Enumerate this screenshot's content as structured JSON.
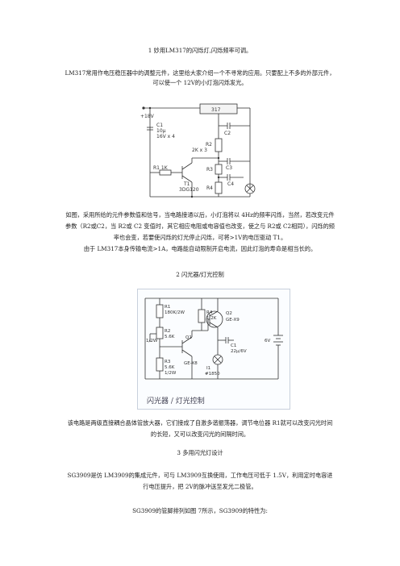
{
  "sec1": {
    "title": "1  妙用LM317的闪烁灯,闪烁频率可调。",
    "intro_1": "LM317常用作电压稳压器中的调整元件，这里给大家介绍一个不寻常的应用。只要配上不多的外部元件，",
    "intro_2": "可以使一个 12V的小灯泡闪烁发光。",
    "figure": {
      "ic": "317",
      "supply": "+18V",
      "c1": "C1",
      "c1_val1": "10μ",
      "c1_val2": "16V x 4",
      "r2": "R2",
      "r2_val": "2K x 3",
      "r3": "R3",
      "r4": "R4",
      "c2": "C2",
      "c3": "C3",
      "c4": "C4",
      "r1": "R1 1K",
      "t1": "T1",
      "t1_part": "3DG120"
    },
    "desc_1": "如图，采用所给的元件参数值和信号，当电路接通以后，小灯泡将以 4Hz的频率闪烁，当然，若改变元件",
    "desc_2": "参数（R2或C2，当 R2或 C2 变值时，其它相应电阻或电容值也改变，使之与 R2或 C2相同），闪烁的频",
    "desc_3": "率也会变，若要使闪烁的灯光停止闪烁，可将>1V的电压驱动 T1。",
    "desc_4": "由于 LM317本身传输电流>1A，电路能自动限制开启电流，因此灯泡的寿命是相当长的。"
  },
  "sec2": {
    "title": "2 闪光器/灯光控制",
    "figure": {
      "r1": "R1",
      "r1_val": "180K/2W",
      "r4": "R4",
      "r4_val": "1.2K",
      "r2": "R2",
      "r2_val": "5.6K",
      "pot": "1/2W",
      "r3": "R3",
      "r3_val1": "5.6K",
      "r3_val2": "1/2W",
      "q1": "Q1",
      "q1_part": "GE-X8",
      "q2": "Q2",
      "q2_part": "GE-X9",
      "c1": "C1",
      "c1_val": "22μ/6V",
      "i1": "I1",
      "i1_part": "#1850",
      "battery": "6V",
      "caption": "闪光器 / 灯光控制"
    },
    "desc_1": "该电路是两级直接耦合晶体管放大器，它们接成了自激多谐振荡器，调节电位器 R1就可以改变闪光时间",
    "desc_2": "的长短，又可以改变闪光的间隔时间。"
  },
  "sec3": {
    "title": "3  多用闪光灯设计",
    "desc_1": "SG3909是仿 LM3909的集成元件，可与 LM3909互换使用，工作电压可低于 1.5V，利用定时电容进",
    "desc_2": "行电压提升，把 2V的脉冲送至发光二极管。",
    "desc_3": "SG3909的管脚排列如图 7所示，SG3909的特性为:"
  }
}
